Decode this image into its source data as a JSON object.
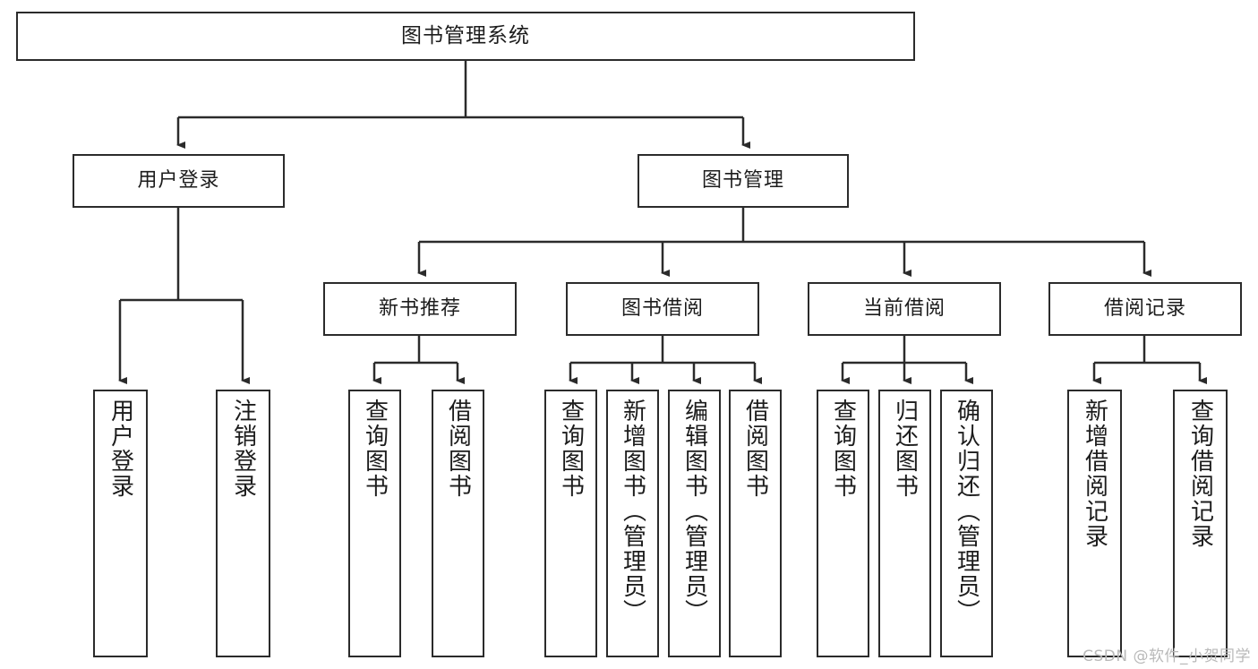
{
  "diagram": {
    "title": "图书管理系统",
    "type": "tree-structure-chart",
    "watermark": "CSDN @软件_小贺同学",
    "colors": {
      "background": "#ffffff",
      "border": "#2b2b2b",
      "text": "#1c1c1c",
      "edge": "#2b2b2b",
      "watermark": "#b9b9b9"
    },
    "nodes": {
      "root": {
        "label": "图书管理系统"
      },
      "level2": [
        {
          "id": "user-login",
          "label": "用户登录"
        },
        {
          "id": "book-manage",
          "label": "图书管理"
        }
      ],
      "level3": [
        {
          "id": "new-book-recommend",
          "label": "新书推荐"
        },
        {
          "id": "book-borrow",
          "label": "图书借阅"
        },
        {
          "id": "current-borrow",
          "label": "当前借阅"
        },
        {
          "id": "borrow-record",
          "label": "借阅记录"
        }
      ],
      "leaves": {
        "user-login": [
          {
            "id": "leaf-user-login",
            "label": "用户登录"
          },
          {
            "id": "leaf-user-logout",
            "label": "注销登录"
          }
        ],
        "new-book-recommend": [
          {
            "id": "leaf-query-book-1",
            "label": "查询图书"
          },
          {
            "id": "leaf-borrow-book-1",
            "label": "借阅图书"
          }
        ],
        "book-borrow": [
          {
            "id": "leaf-query-book-2",
            "label": "查询图书"
          },
          {
            "id": "leaf-add-book",
            "label": "新增图书（管理员）"
          },
          {
            "id": "leaf-edit-book",
            "label": "编辑图书（管理员）"
          },
          {
            "id": "leaf-borrow-book-2",
            "label": "借阅图书"
          }
        ],
        "current-borrow": [
          {
            "id": "leaf-query-book-3",
            "label": "查询图书"
          },
          {
            "id": "leaf-return-book",
            "label": "归还图书"
          },
          {
            "id": "leaf-confirm-return",
            "label": "确认归还（管理员）"
          }
        ],
        "borrow-record": [
          {
            "id": "leaf-add-borrow-record",
            "label": "新增借阅记录"
          },
          {
            "id": "leaf-query-borrow-record",
            "label": "查询借阅记录"
          }
        ]
      }
    }
  }
}
